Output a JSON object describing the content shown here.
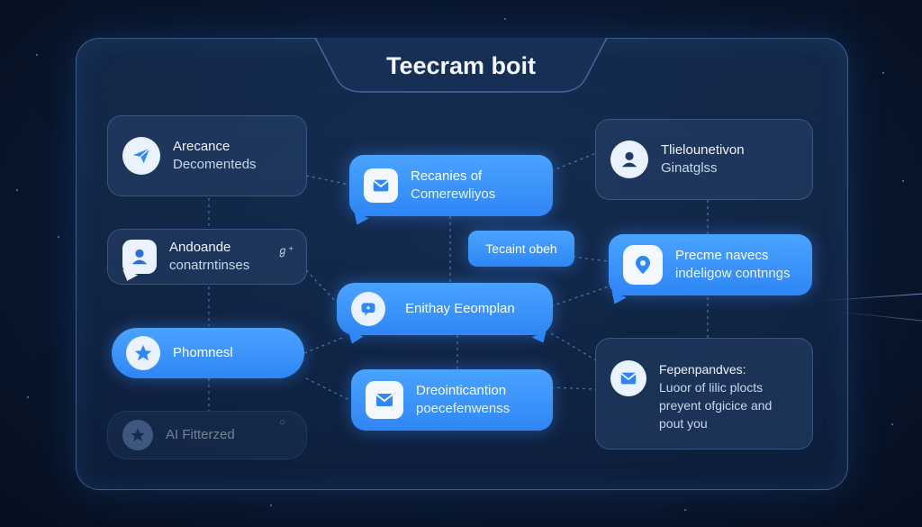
{
  "title": "Teecram boit",
  "nodes": {
    "left1": {
      "line1": "Arecance",
      "line2": "Decomenteds",
      "icon": "send-icon"
    },
    "left2": {
      "line1": "Andoande",
      "line2": "conatrntinses",
      "extra": "ℊ⁺",
      "icon": "user-icon"
    },
    "left3": {
      "line1": "Phomnesl",
      "icon": "star-icon"
    },
    "left4": {
      "line1": "AI Fitterzed",
      "icon": "star-icon"
    },
    "center1": {
      "line1": "Recanies of",
      "line2": "Comerewliyos",
      "icon": "mail-icon"
    },
    "center2": {
      "line1": "Tecaint obeh"
    },
    "center3": {
      "line1": "Enithay Eeomplan",
      "icon": "chat-icon"
    },
    "center4": {
      "line1": "Dreointicantion",
      "line2": "poecefenwenss",
      "icon": "mail-icon"
    },
    "right1": {
      "line1": "Tlielounetivon",
      "line2": "Ginatglss",
      "icon": "user-icon"
    },
    "right2": {
      "line1": "Precme navecs",
      "line2": "indeligow contnngs",
      "icon": "location-icon"
    },
    "right3": {
      "line1": "Fepenpandves:",
      "line2": "Luoor of lilic plocts",
      "line3": "preyent ofgicice and",
      "line4": "pout you",
      "icon": "mail-icon"
    }
  },
  "colors": {
    "accent": "#2f86f5",
    "background": "#0a1a33"
  }
}
